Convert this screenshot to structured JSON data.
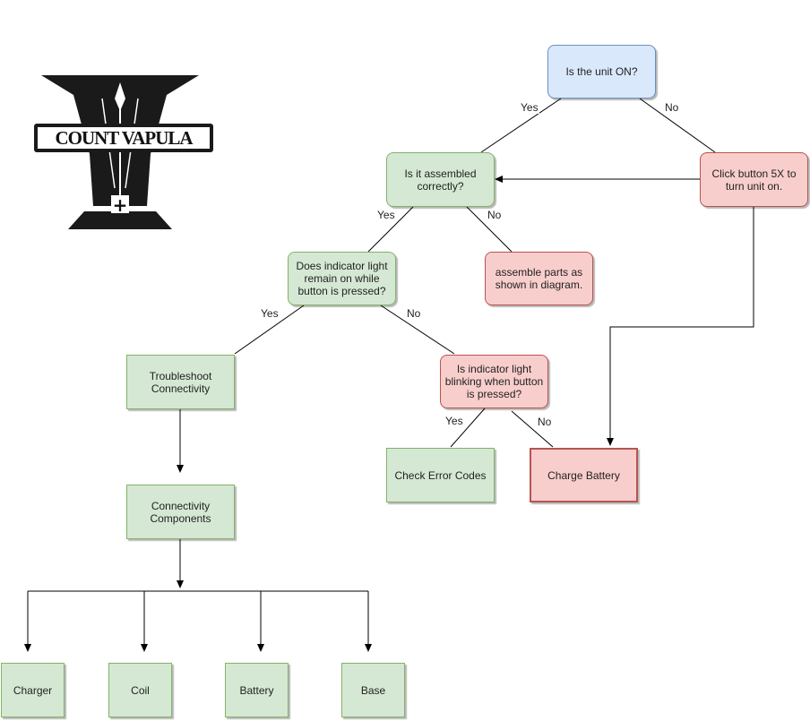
{
  "logo": {
    "text": "COUNT VAPULA",
    "glyph": "+"
  },
  "nodes": {
    "unit_on": "Is the unit ON?",
    "click_button": "Click button 5X to turn unit on.",
    "assembled": "Is it assembled correctly?",
    "assemble_parts": "assemble parts as shown in diagram.",
    "indicator_remain": "Does indicator light remain on while button is pressed?",
    "troubleshoot": "Troubleshoot Connectivity",
    "indicator_blinking": "Is indicator light blinking when button is pressed?",
    "check_error": "Check Error Codes",
    "charge_battery": "Charge Battery",
    "connectivity_components": "Connectivity Components",
    "charger": "Charger",
    "coil": "Coil",
    "battery": "Battery",
    "base": "Base"
  },
  "edge_labels": {
    "unit_on_yes": "Yes",
    "unit_on_no": "No",
    "assembled_yes": "Yes",
    "assembled_no": "No",
    "indicator_remain_yes": "Yes",
    "indicator_remain_no": "No",
    "indicator_blinking_yes": "Yes",
    "indicator_blinking_no": "No"
  },
  "colors": {
    "decision_blue_fill": "#dae8fc",
    "green_fill": "#d5e8d4",
    "red_fill": "#f8cecc",
    "line": "#000000"
  }
}
